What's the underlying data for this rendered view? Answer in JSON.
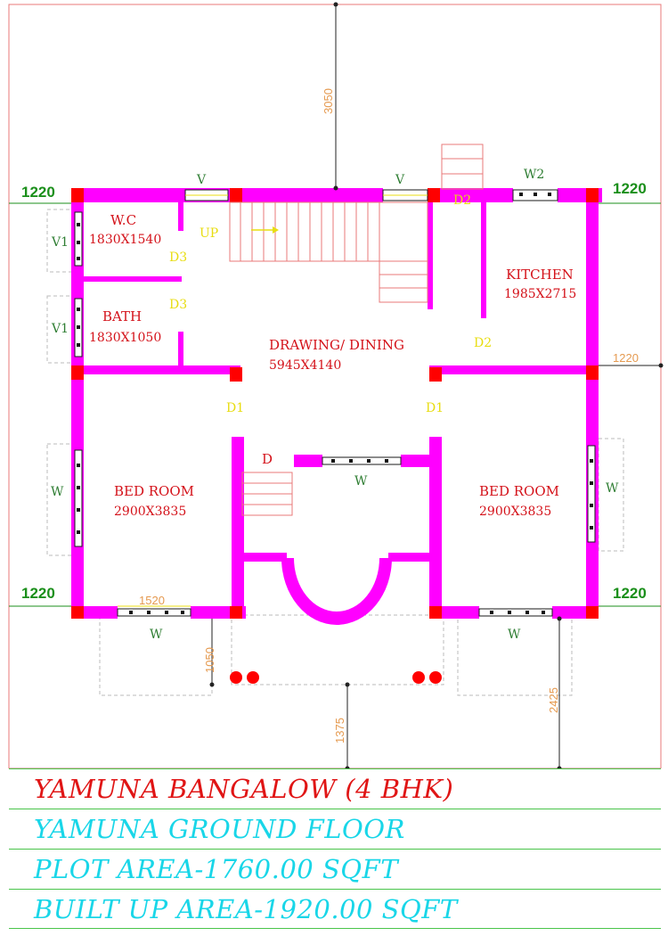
{
  "colors": {
    "wall": "#ff00ff",
    "column": "#ff0000",
    "boundary": "#e87a7a",
    "dim_line": "#222222",
    "title_main": "#e01515",
    "title_sub": "#19d6e8"
  },
  "rooms": [
    {
      "name": "W.C",
      "size": "1830X1540"
    },
    {
      "name": "BATH",
      "size": "1830X1050"
    },
    {
      "name": "KITCHEN",
      "size": "1985X2715"
    },
    {
      "name": "DRAWING/ DINING",
      "size": "5945X4140"
    },
    {
      "name": "BED ROOM",
      "size": "2900X3835"
    },
    {
      "name": "BED ROOM",
      "size": "2900X3835"
    }
  ],
  "stair_label": "UP",
  "door_tags": [
    "D3",
    "D3",
    "D2",
    "D2",
    "D1",
    "D1",
    "D"
  ],
  "window_tags": [
    "V",
    "V",
    "W2",
    "V1",
    "V1",
    "W",
    "W",
    "W",
    "W",
    "W"
  ],
  "dimensions": {
    "top_setback": "3050",
    "left_top": "1220",
    "right_top": "1220",
    "right_mid": "1220",
    "left_bottom": "1220",
    "right_bottom": "1220",
    "window_width": "1520",
    "front_left": "1050",
    "front_center": "1375",
    "front_right": "2425"
  },
  "title_block": [
    "YAMUNA BANGALOW (4 BHK)",
    "YAMUNA GROUND FLOOR",
    "PLOT AREA-1760.00 SQFT",
    "BUILT UP AREA-1920.00 SQFT"
  ]
}
